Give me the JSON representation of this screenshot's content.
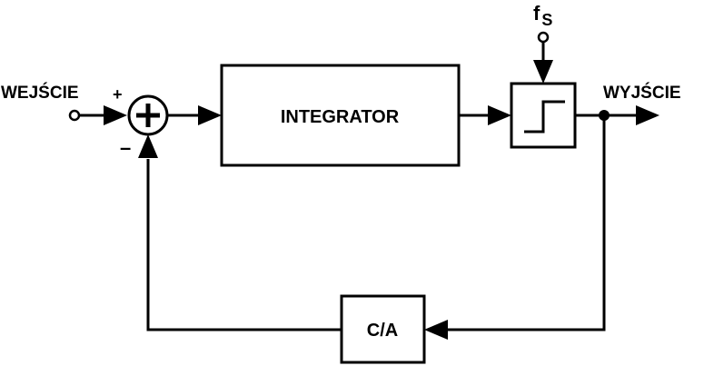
{
  "diagram": {
    "input_label": "WEJŚCIE",
    "output_label": "WYJŚCIE",
    "plus_sign": "+",
    "minus_sign": "–",
    "integrator_label": "INTEGRATOR",
    "dac_label": "C/A",
    "clock_label_main": "f",
    "clock_label_sub": "S",
    "colors": {
      "stroke": "#000000",
      "background": "#ffffff"
    }
  }
}
